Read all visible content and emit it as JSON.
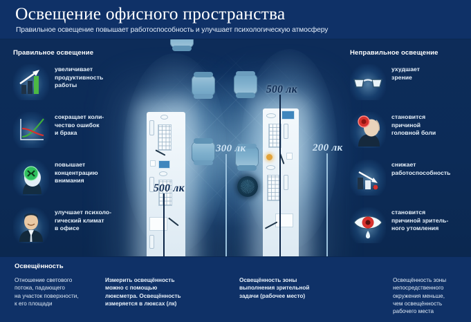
{
  "header": {
    "title": "Освещение офисного пространства",
    "subtitle": "Правильное освещение повышает работоспособность и улучшает психологическую атмосферу"
  },
  "colors": {
    "header_bg": "#0f3167",
    "body_bg": "#0d2c59",
    "panel_bg": "#0f3167",
    "text": "#e8f2fb",
    "lux_dark": "#0d2a52",
    "lux_light": "#cfe4f4",
    "accent_green": "#4cb944",
    "accent_red": "#d7322e",
    "desk_white": "#f4f9fc",
    "chair_blue": "#7fb0cd"
  },
  "left_column": {
    "heading": "Правильное освещение",
    "items": [
      {
        "icon": "bar-chart-up-icon",
        "text": "увеличивает\nпродуктивность\nработы"
      },
      {
        "icon": "line-chart-down-icon",
        "text": "сокращает коли-\nчество ошибок\nи брака"
      },
      {
        "icon": "head-focus-icon",
        "text": "повышает\nконцентрацию\nвнимания"
      },
      {
        "icon": "smiling-man-icon",
        "text": "улучшает психоло-\nгический климат\nв офисе"
      }
    ]
  },
  "right_column": {
    "heading": "Неправильное освещение",
    "items": [
      {
        "icon": "glasses-icon",
        "text": "ухудшает\nзрение"
      },
      {
        "icon": "headache-person-icon",
        "text": "становится\nпричиной\nголовной боли"
      },
      {
        "icon": "bar-chart-down-icon",
        "text": "снижает\nработоспособность"
      },
      {
        "icon": "tired-eye-icon",
        "text": "становится\nпричиной зритель-\nного утомления"
      }
    ]
  },
  "scene": {
    "lux_labels": [
      {
        "id": "lux-left-desk",
        "value": "500 лк",
        "style": "dark"
      },
      {
        "id": "lux-right-desk",
        "value": "500 лк",
        "style": "dark"
      },
      {
        "id": "lux-task-zone",
        "value": "300 лк",
        "style": "light"
      },
      {
        "id": "lux-surrounding-zone",
        "value": "200 лк",
        "style": "light"
      }
    ]
  },
  "bottom": {
    "title": "Освещённость",
    "columns": [
      {
        "id": "definition",
        "bold": false,
        "text": "Отношение светового\nпотока, падающего\nна участок поверхности,\nк его площади"
      },
      {
        "id": "measurement",
        "bold": true,
        "text": "Измерить освещённость\nможно с помощью\nлюксметра. Освещённость\nизмеряется в люксах (лк)"
      },
      {
        "id": "task-zone",
        "bold": true,
        "text": "Освещённость зоны\nвыполнения зрительной\nзадачи (рабочее место)"
      },
      {
        "id": "surrounding-zone",
        "bold": false,
        "text": "Освещённость зоны\nнепосредственного\nокружения меньше,\nчем освещённость\nрабочего места"
      }
    ]
  }
}
